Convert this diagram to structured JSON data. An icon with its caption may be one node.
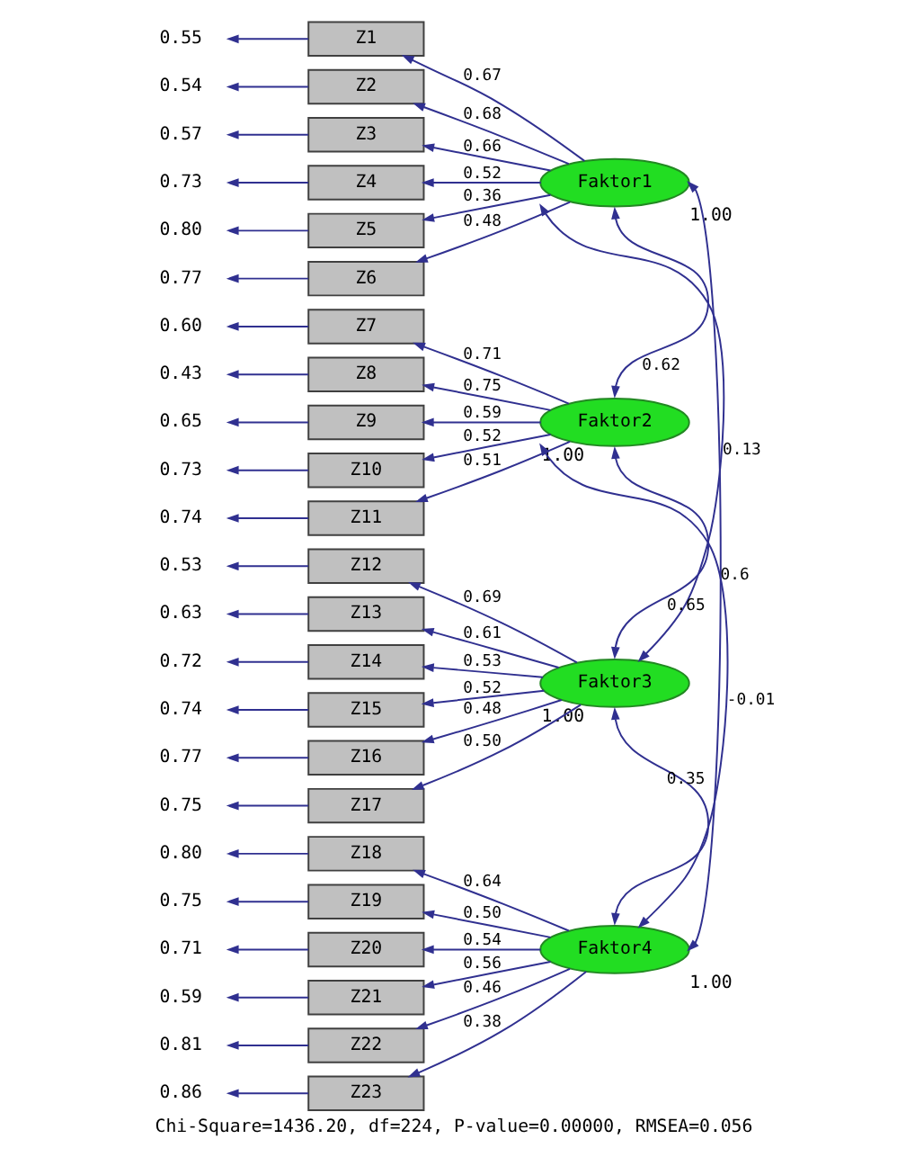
{
  "diagram": {
    "caption": "Chi-Square=1436.20, df=224, P-value=0.00000, RMSEA=0.056",
    "nodes": [
      {
        "text": [
          "Z1"
        ]
      },
      {
        "text": [
          "Z2"
        ]
      },
      {
        "text": [
          "Z3"
        ]
      },
      {
        "text": [
          "Z4"
        ]
      },
      {
        "text": [
          "Z5"
        ]
      },
      {
        "text": [
          "Z6"
        ]
      },
      {
        "text": [
          "Z7"
        ]
      },
      {
        "text": [
          "Z8"
        ]
      },
      {
        "text": [
          "Z9"
        ]
      },
      {
        "text": [
          "Z10"
        ]
      },
      {
        "text": [
          "Z11"
        ]
      },
      {
        "text": [
          "Z12"
        ]
      },
      {
        "text": [
          "Z13"
        ]
      },
      {
        "text": [
          "Z14"
        ]
      },
      {
        "text": [
          "Z15"
        ]
      },
      {
        "text": [
          "Z16"
        ]
      },
      {
        "text": [
          "Z17"
        ]
      },
      {
        "text": [
          "Z18"
        ]
      },
      {
        "text": [
          "Z19"
        ]
      },
      {
        "text": [
          "Z20"
        ]
      },
      {
        "text": [
          "Z21"
        ]
      },
      {
        "text": [
          "Z22"
        ]
      },
      {
        "text": [
          "Z23"
        ]
      },
      {
        "text": [
          "Faktor1"
        ],
        "beside": [
          "1.00"
        ]
      },
      {
        "text": [
          "Faktor2"
        ],
        "beside": [
          "1.00"
        ]
      },
      {
        "text": [
          "Faktor3"
        ],
        "beside": [
          "1.00"
        ]
      },
      {
        "text": [
          "Faktor4"
        ],
        "beside": [
          "1.00"
        ]
      },
      {
        "text": [
          "0.55"
        ]
      },
      {
        "text": [
          "0.54"
        ]
      },
      {
        "text": [
          "0.57"
        ]
      },
      {
        "text": [
          "0.73"
        ]
      },
      {
        "text": [
          "0.80"
        ]
      },
      {
        "text": [
          "0.77"
        ]
      },
      {
        "text": [
          "0.60"
        ]
      },
      {
        "text": [
          "0.43"
        ]
      },
      {
        "text": [
          "0.65"
        ]
      },
      {
        "text": [
          "0.73"
        ]
      },
      {
        "text": [
          "0.74"
        ]
      },
      {
        "text": [
          "0.53"
        ]
      },
      {
        "text": [
          "0.63"
        ]
      },
      {
        "text": [
          "0.72"
        ]
      },
      {
        "text": [
          "0.74"
        ]
      },
      {
        "text": [
          "0.77"
        ]
      },
      {
        "text": [
          "0.75"
        ]
      },
      {
        "text": [
          "0.80"
        ]
      },
      {
        "text": [
          "0.75"
        ]
      },
      {
        "text": [
          "0.71"
        ]
      },
      {
        "text": [
          "0.59"
        ]
      },
      {
        "text": [
          "0.81"
        ]
      },
      {
        "text": [
          "0.86"
        ]
      }
    ],
    "edges": [
      {
        "from": 23,
        "to": 0,
        "arrow": "to",
        "label": "0.67"
      },
      {
        "from": 23,
        "to": 1,
        "arrow": "to",
        "label": "0.68"
      },
      {
        "from": 23,
        "to": 2,
        "arrow": "to",
        "label": "0.66"
      },
      {
        "from": 23,
        "to": 3,
        "arrow": "to",
        "label": "0.52"
      },
      {
        "from": 23,
        "to": 4,
        "arrow": "to",
        "label": "0.36"
      },
      {
        "from": 23,
        "to": 5,
        "arrow": "to",
        "label": "0.48"
      },
      {
        "from": 24,
        "to": 6,
        "arrow": "to",
        "label": "0.71"
      },
      {
        "from": 24,
        "to": 7,
        "arrow": "to",
        "label": "0.75"
      },
      {
        "from": 24,
        "to": 8,
        "arrow": "to",
        "label": "0.59"
      },
      {
        "from": 24,
        "to": 9,
        "arrow": "to",
        "label": "0.52"
      },
      {
        "from": 24,
        "to": 10,
        "arrow": "to",
        "label": "0.51"
      },
      {
        "from": 25,
        "to": 11,
        "arrow": "to",
        "label": "0.69"
      },
      {
        "from": 25,
        "to": 12,
        "arrow": "to",
        "label": "0.61"
      },
      {
        "from": 25,
        "to": 13,
        "arrow": "to",
        "label": "0.53"
      },
      {
        "from": 25,
        "to": 14,
        "arrow": "to",
        "label": "0.52"
      },
      {
        "from": 25,
        "to": 15,
        "arrow": "to",
        "label": "0.48"
      },
      {
        "from": 25,
        "to": 16,
        "arrow": "to",
        "label": "0.50"
      },
      {
        "from": 26,
        "to": 17,
        "arrow": "to",
        "label": "0.64"
      },
      {
        "from": 26,
        "to": 18,
        "arrow": "to",
        "label": "0.50"
      },
      {
        "from": 26,
        "to": 19,
        "arrow": "to",
        "label": "0.54"
      },
      {
        "from": 26,
        "to": 20,
        "arrow": "to",
        "label": "0.56"
      },
      {
        "from": 26,
        "to": 21,
        "arrow": "to",
        "label": "0.46"
      },
      {
        "from": 26,
        "to": 22,
        "arrow": "to",
        "label": "0.38"
      },
      {
        "from": 0,
        "to": 27,
        "arrow": "to"
      },
      {
        "from": 1,
        "to": 28,
        "arrow": "to"
      },
      {
        "from": 2,
        "to": 29,
        "arrow": "to"
      },
      {
        "from": 3,
        "to": 30,
        "arrow": "to"
      },
      {
        "from": 4,
        "to": 31,
        "arrow": "to"
      },
      {
        "from": 5,
        "to": 32,
        "arrow": "to"
      },
      {
        "from": 6,
        "to": 33,
        "arrow": "to"
      },
      {
        "from": 7,
        "to": 34,
        "arrow": "to"
      },
      {
        "from": 8,
        "to": 35,
        "arrow": "to"
      },
      {
        "from": 9,
        "to": 36,
        "arrow": "to"
      },
      {
        "from": 10,
        "to": 37,
        "arrow": "to"
      },
      {
        "from": 11,
        "to": 38,
        "arrow": "to"
      },
      {
        "from": 12,
        "to": 39,
        "arrow": "to"
      },
      {
        "from": 13,
        "to": 40,
        "arrow": "to"
      },
      {
        "from": 14,
        "to": 41,
        "arrow": "to"
      },
      {
        "from": 15,
        "to": 42,
        "arrow": "to"
      },
      {
        "from": 16,
        "to": 43,
        "arrow": "to"
      },
      {
        "from": 17,
        "to": 44,
        "arrow": "to"
      },
      {
        "from": 18,
        "to": 45,
        "arrow": "to"
      },
      {
        "from": 19,
        "to": 46,
        "arrow": "to"
      },
      {
        "from": 20,
        "to": 47,
        "arrow": "to"
      },
      {
        "from": 21,
        "to": 48,
        "arrow": "to"
      },
      {
        "from": 22,
        "to": 49,
        "arrow": "to"
      },
      {
        "from": 23,
        "to": 24,
        "arrow": "both",
        "label": "0.62"
      },
      {
        "from": 23,
        "to": 25,
        "arrow": "both",
        "label": "0.13"
      },
      {
        "from": 23,
        "to": 26,
        "arrow": "both",
        "label": "0.6"
      },
      {
        "from": 24,
        "to": 25,
        "arrow": "both",
        "label": "0.65"
      },
      {
        "from": 24,
        "to": 26,
        "arrow": "both",
        "label": "-0.01"
      },
      {
        "from": 25,
        "to": 26,
        "arrow": "both",
        "label": "0.35"
      }
    ]
  }
}
